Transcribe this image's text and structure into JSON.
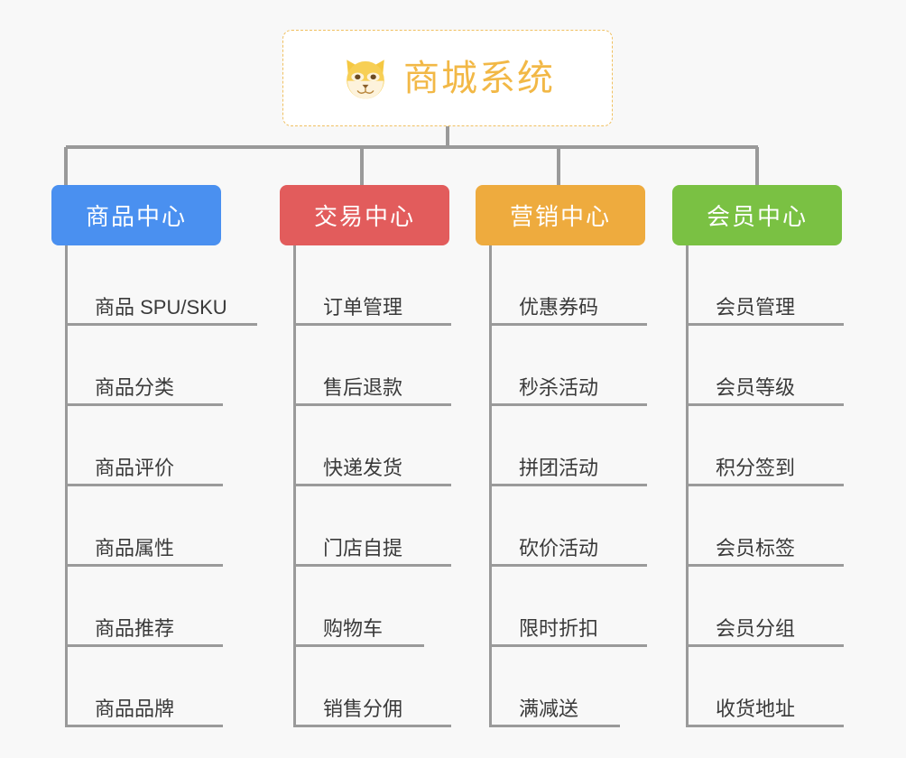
{
  "background_color": "#f8f8f8",
  "root": {
    "title": "商城系统",
    "emoji_name": "shiba-dog-face-emoji",
    "text_color": "#f2b846",
    "border_color": "#f0c060",
    "background_color": "#ffffff"
  },
  "connector_color": "#9a9a9a",
  "categories": [
    {
      "label": "商品中心",
      "color": "#4a90f0",
      "items": [
        {
          "label": "商品 SPU/SKU",
          "width_class": "w-long"
        },
        {
          "label": "商品分类",
          "width_class": "w-4"
        },
        {
          "label": "商品评价",
          "width_class": "w-4"
        },
        {
          "label": "商品属性",
          "width_class": "w-4"
        },
        {
          "label": "商品推荐",
          "width_class": "w-4"
        },
        {
          "label": "商品品牌",
          "width_class": "w-4"
        }
      ]
    },
    {
      "label": "交易中心",
      "color": "#e25c5c",
      "items": [
        {
          "label": "订单管理",
          "width_class": "w-4"
        },
        {
          "label": "售后退款",
          "width_class": "w-4"
        },
        {
          "label": "快递发货",
          "width_class": "w-4"
        },
        {
          "label": "门店自提",
          "width_class": "w-4"
        },
        {
          "label": "购物车",
          "width_class": "w-3"
        },
        {
          "label": "销售分佣",
          "width_class": "w-4"
        }
      ]
    },
    {
      "label": "营销中心",
      "color": "#eeab3e",
      "items": [
        {
          "label": "优惠券码",
          "width_class": "w-4"
        },
        {
          "label": "秒杀活动",
          "width_class": "w-4"
        },
        {
          "label": "拼团活动",
          "width_class": "w-4"
        },
        {
          "label": "砍价活动",
          "width_class": "w-4"
        },
        {
          "label": "限时折扣",
          "width_class": "w-4"
        },
        {
          "label": "满减送",
          "width_class": "w-3"
        }
      ]
    },
    {
      "label": "会员中心",
      "color": "#7ac143",
      "items": [
        {
          "label": "会员管理",
          "width_class": "w-4"
        },
        {
          "label": "会员等级",
          "width_class": "w-4"
        },
        {
          "label": "积分签到",
          "width_class": "w-4"
        },
        {
          "label": "会员标签",
          "width_class": "w-4"
        },
        {
          "label": "会员分组",
          "width_class": "w-4"
        },
        {
          "label": "收货地址",
          "width_class": "w-4"
        }
      ]
    }
  ]
}
